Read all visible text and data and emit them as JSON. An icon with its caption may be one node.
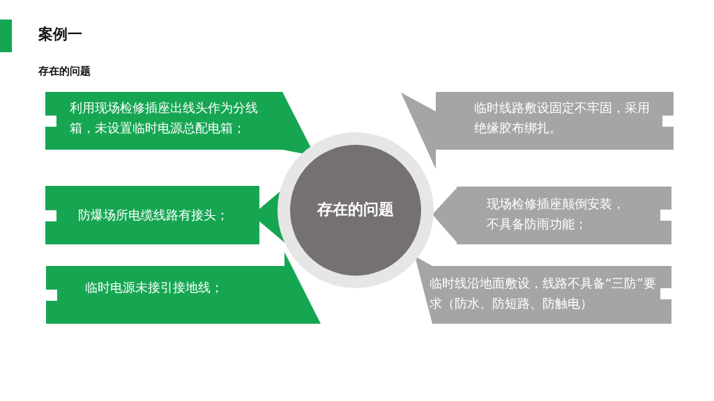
{
  "diagram": {
    "title": "案例一",
    "nodes": [
      {
        "text": [
          "存在的问题"
        ]
      },
      {
        "text": [
          "利用现场检修插座出线头作为分线箱，未设置临时电源总配电箱；"
        ]
      },
      {
        "text": [
          "防爆场所电缆线路有接头；"
        ]
      },
      {
        "text": [
          "临时电源未接引接地线；"
        ]
      },
      {
        "text": [
          "临时线路敷设固定不牢固，采用绝缘胶布绑扎。"
        ]
      },
      {
        "text": [
          "现场检修插座颠倒安装，不具备防雨功能；"
        ]
      },
      {
        "text": [
          "临时线沿地面敷设，线路不具备“三防”要求（防水、防短路、防触电）"
        ]
      }
    ],
    "labels": [
      "存在的问题"
    ]
  }
}
